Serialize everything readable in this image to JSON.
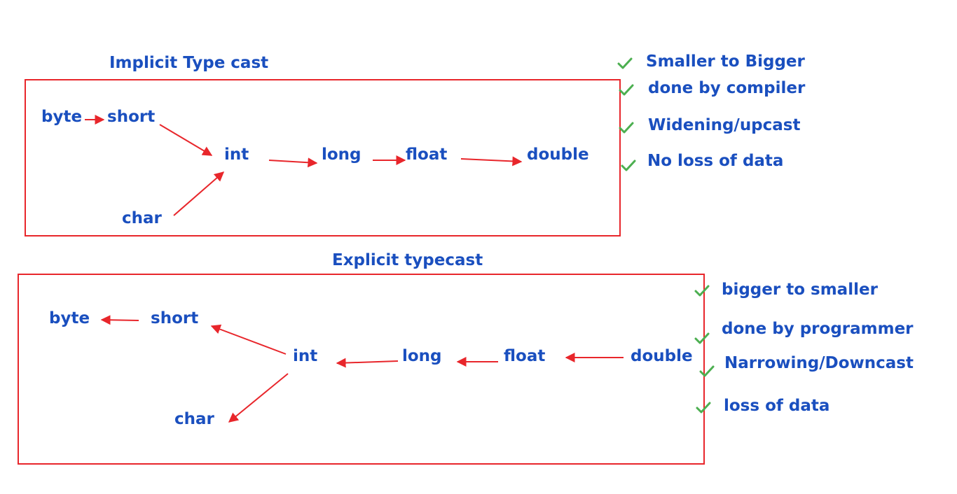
{
  "colors": {
    "text": "#1a4fbf",
    "box": "#e8262b",
    "arrow": "#e8262b",
    "check": "#4caf50"
  },
  "implicit": {
    "title": "Implicit Type cast",
    "nodes": {
      "byte": "byte",
      "short": "short",
      "int": "int",
      "char": "char",
      "long": "long",
      "float": "float",
      "double": "double"
    },
    "features": [
      "Smaller to Bigger",
      "done by compiler",
      "Widening/upcast",
      "No loss of data"
    ]
  },
  "explicit": {
    "title": "Explicit typecast",
    "nodes": {
      "byte": "byte",
      "short": "short",
      "int": "int",
      "char": "char",
      "long": "long",
      "float": "float",
      "double": "double"
    },
    "features": [
      "bigger to smaller",
      "done by programmer",
      "Narrowing/Downcast",
      "loss of data"
    ]
  },
  "icons": {
    "check": "check-icon",
    "arrow": "arrow-icon"
  }
}
